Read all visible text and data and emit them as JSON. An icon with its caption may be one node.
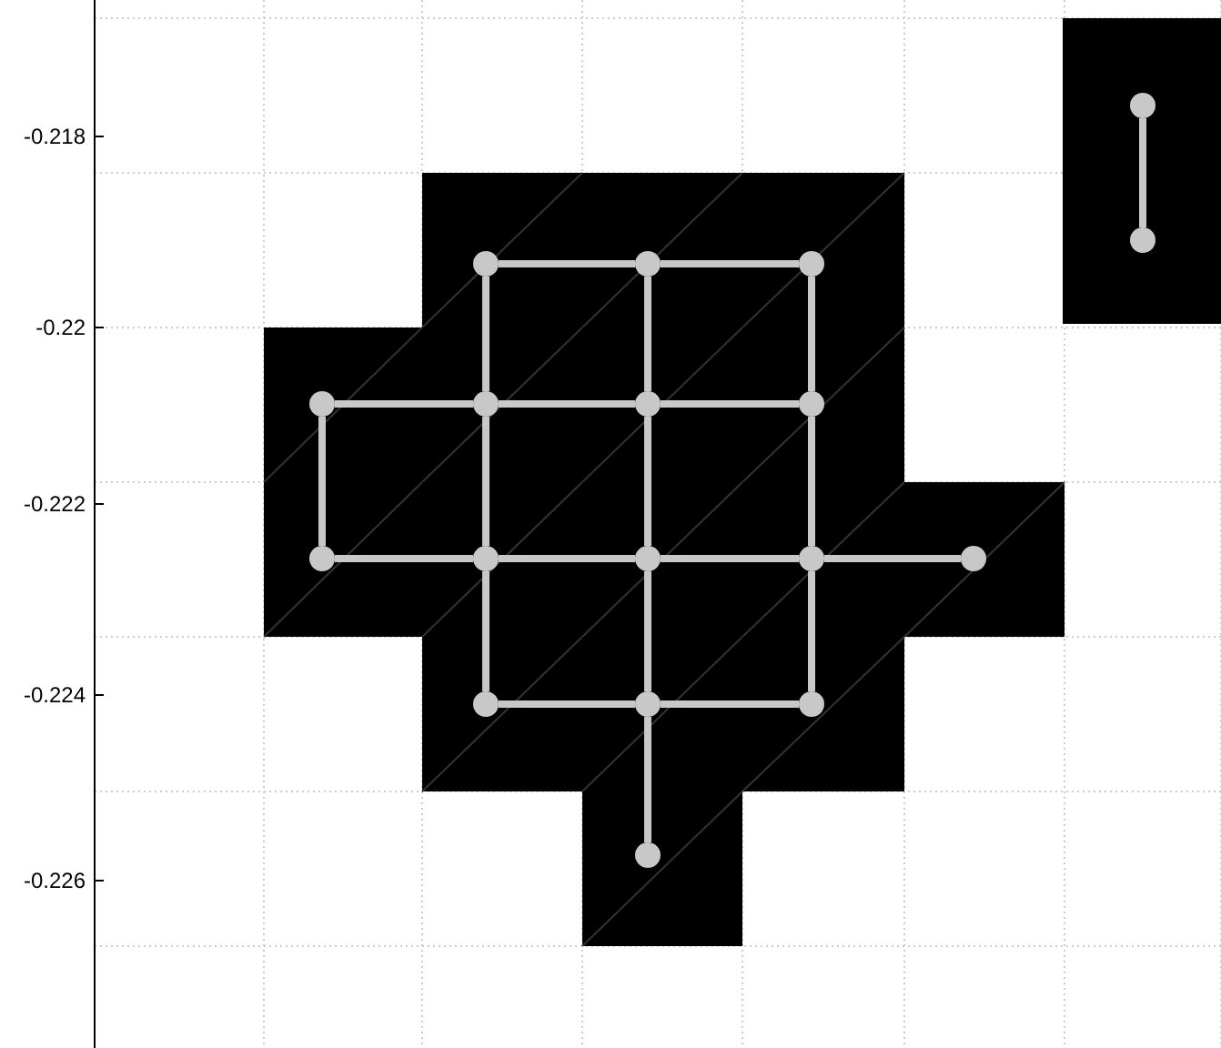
{
  "diagram": {
    "nodes": [
      {
        "text": [],
        "shape": "circle"
      },
      {
        "text": [],
        "shape": "circle"
      },
      {
        "text": [],
        "shape": "circle"
      },
      {
        "text": [],
        "shape": "circle"
      },
      {
        "text": [],
        "shape": "circle"
      },
      {
        "text": [],
        "shape": "circle"
      },
      {
        "text": [],
        "shape": "circle"
      },
      {
        "text": [],
        "shape": "circle"
      },
      {
        "text": [],
        "shape": "circle"
      },
      {
        "text": [],
        "shape": "circle"
      },
      {
        "text": [],
        "shape": "circle"
      },
      {
        "text": [],
        "shape": "circle"
      },
      {
        "text": [],
        "shape": "circle"
      },
      {
        "text": [],
        "shape": "circle"
      },
      {
        "text": [],
        "shape": "circle"
      },
      {
        "text": [],
        "shape": "circle"
      },
      {
        "text": [],
        "shape": "circle"
      },
      {
        "text": [],
        "shape": "circle"
      }
    ],
    "edges": [
      {
        "from": 0,
        "to": 1,
        "arrow": "none"
      },
      {
        "from": 2,
        "to": 3,
        "arrow": "none"
      },
      {
        "from": 3,
        "to": 4,
        "arrow": "none"
      },
      {
        "from": 5,
        "to": 6,
        "arrow": "none"
      },
      {
        "from": 6,
        "to": 7,
        "arrow": "none"
      },
      {
        "from": 7,
        "to": 8,
        "arrow": "none"
      },
      {
        "from": 9,
        "to": 10,
        "arrow": "none"
      },
      {
        "from": 10,
        "to": 11,
        "arrow": "none"
      },
      {
        "from": 11,
        "to": 12,
        "arrow": "none"
      },
      {
        "from": 12,
        "to": 13,
        "arrow": "none"
      },
      {
        "from": 14,
        "to": 15,
        "arrow": "none"
      },
      {
        "from": 15,
        "to": 16,
        "arrow": "none"
      },
      {
        "from": 5,
        "to": 9,
        "arrow": "none"
      },
      {
        "from": 2,
        "to": 6,
        "arrow": "none"
      },
      {
        "from": 6,
        "to": 10,
        "arrow": "none"
      },
      {
        "from": 10,
        "to": 14,
        "arrow": "none"
      },
      {
        "from": 3,
        "to": 7,
        "arrow": "none"
      },
      {
        "from": 7,
        "to": 11,
        "arrow": "none"
      },
      {
        "from": 11,
        "to": 15,
        "arrow": "none"
      },
      {
        "from": 15,
        "to": 17,
        "arrow": "none"
      },
      {
        "from": 4,
        "to": 8,
        "arrow": "none"
      },
      {
        "from": 8,
        "to": 12,
        "arrow": "none"
      },
      {
        "from": 12,
        "to": 16,
        "arrow": "none"
      }
    ],
    "labels": [
      "-0.218",
      "-0.22",
      "-0.222",
      "-0.224",
      "-0.226"
    ]
  }
}
